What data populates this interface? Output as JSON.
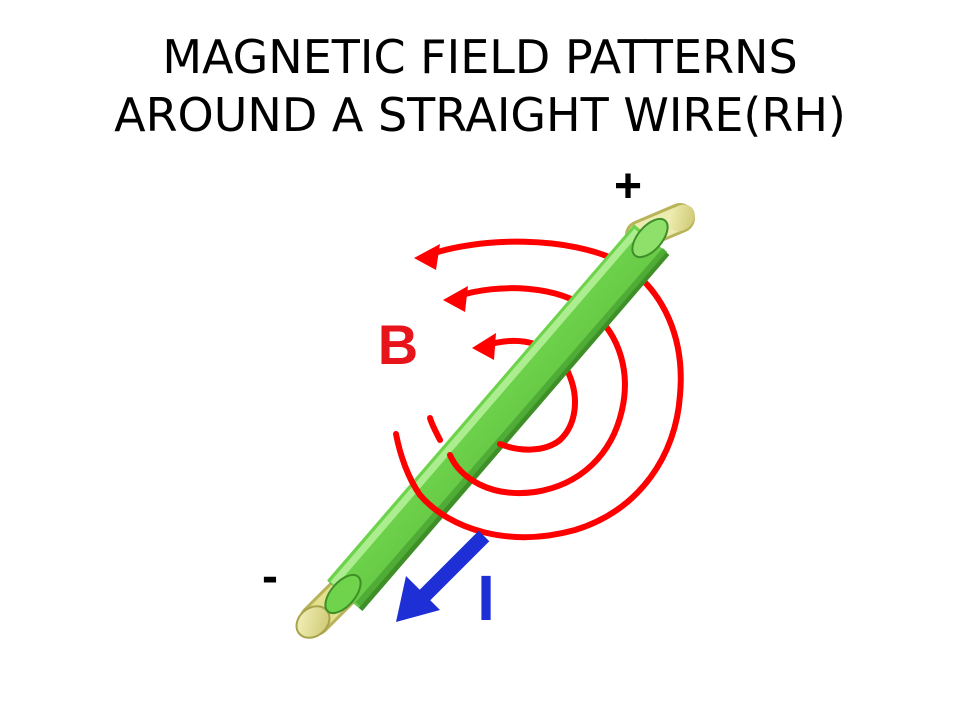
{
  "slide": {
    "title_line1": "MAGNETIC FIELD PATTERNS",
    "title_line2": "AROUND A STRAIGHT WIRE(RH)"
  },
  "labels": {
    "positive_terminal": "+",
    "negative_terminal": "-",
    "field": "B",
    "current": "I"
  },
  "colors": {
    "field_lines": "#ff0000",
    "field_label": "#e8141c",
    "current_arrow": "#1f2fd6",
    "wire_insulation": "#77dd55",
    "wire_conductor": "#e8e58c",
    "text": "#000000"
  },
  "icons": {
    "field_direction": "arrowhead-icon",
    "current_direction": "arrow-down-left-icon"
  }
}
